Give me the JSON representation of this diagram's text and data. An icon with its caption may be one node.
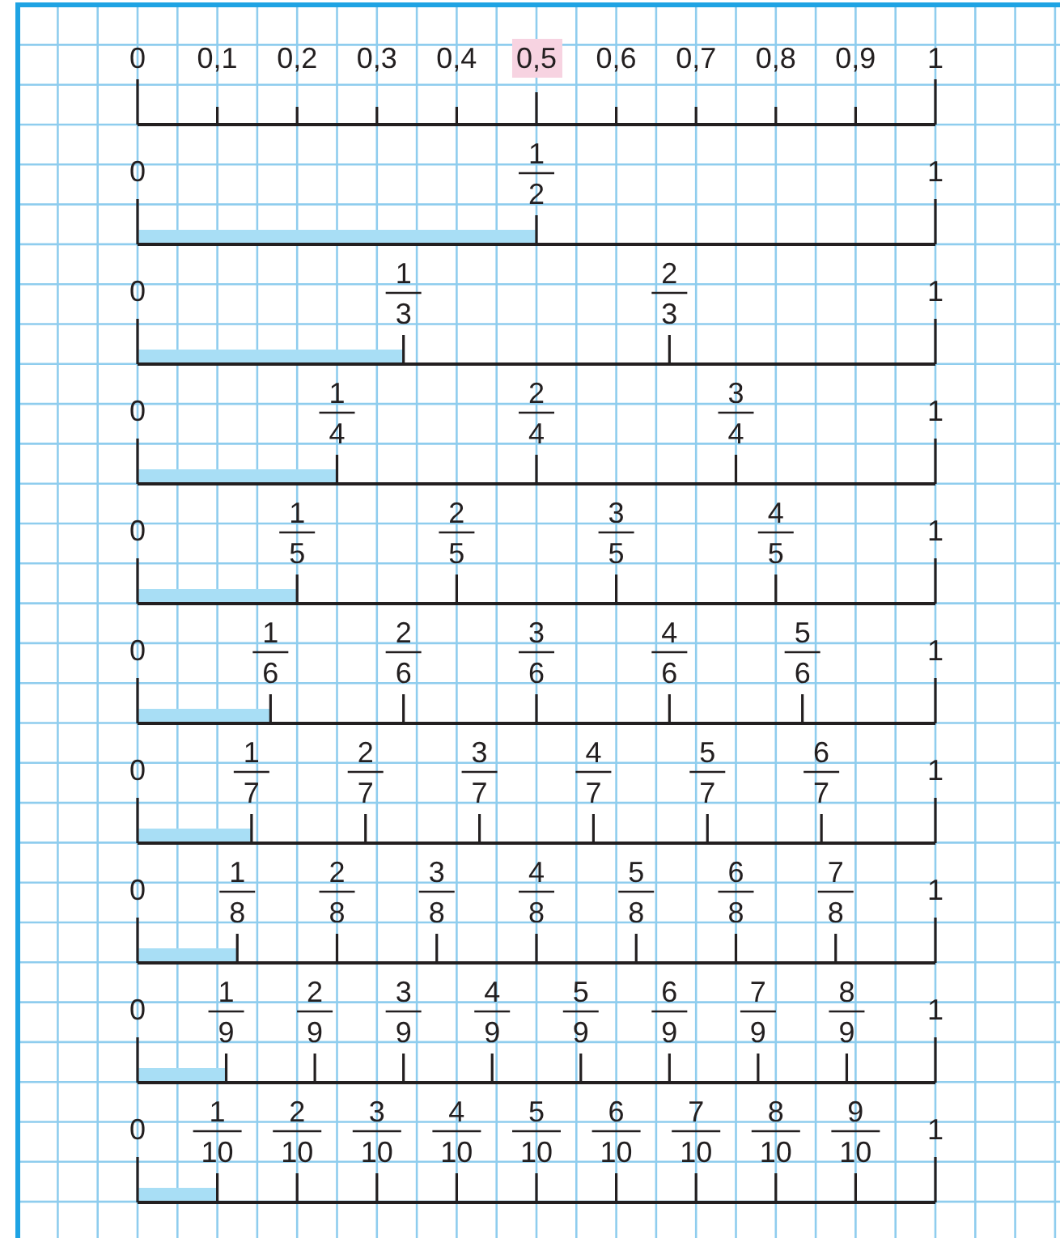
{
  "diagram": {
    "labels": [
      "0",
      "0,1",
      "0,2",
      "0,3",
      "0,4",
      "0,5",
      "0,6",
      "0,7",
      "0,8",
      "0,9",
      "1",
      "0",
      "1",
      "2",
      "1",
      "0",
      "1",
      "3",
      "2",
      "3",
      "1",
      "0",
      "1",
      "4",
      "2",
      "4",
      "3",
      "4",
      "1",
      "0",
      "1",
      "5",
      "2",
      "5",
      "3",
      "5",
      "4",
      "5",
      "1",
      "0",
      "1",
      "6",
      "2",
      "6",
      "3",
      "6",
      "4",
      "6",
      "5",
      "6",
      "1",
      "0",
      "1",
      "7",
      "2",
      "7",
      "3",
      "7",
      "4",
      "7",
      "5",
      "7",
      "6",
      "7",
      "1",
      "0",
      "1",
      "8",
      "2",
      "8",
      "3",
      "8",
      "4",
      "8",
      "5",
      "8",
      "6",
      "8",
      "7",
      "8",
      "1",
      "0",
      "1",
      "9",
      "2",
      "9",
      "3",
      "9",
      "4",
      "9",
      "5",
      "9",
      "6",
      "9",
      "7",
      "9",
      "8",
      "9",
      "1",
      "0",
      "1",
      "10",
      "2",
      "10",
      "3",
      "10",
      "4",
      "10",
      "5",
      "10",
      "6",
      "10",
      "7",
      "10",
      "8",
      "10",
      "9",
      "10",
      "1"
    ]
  }
}
